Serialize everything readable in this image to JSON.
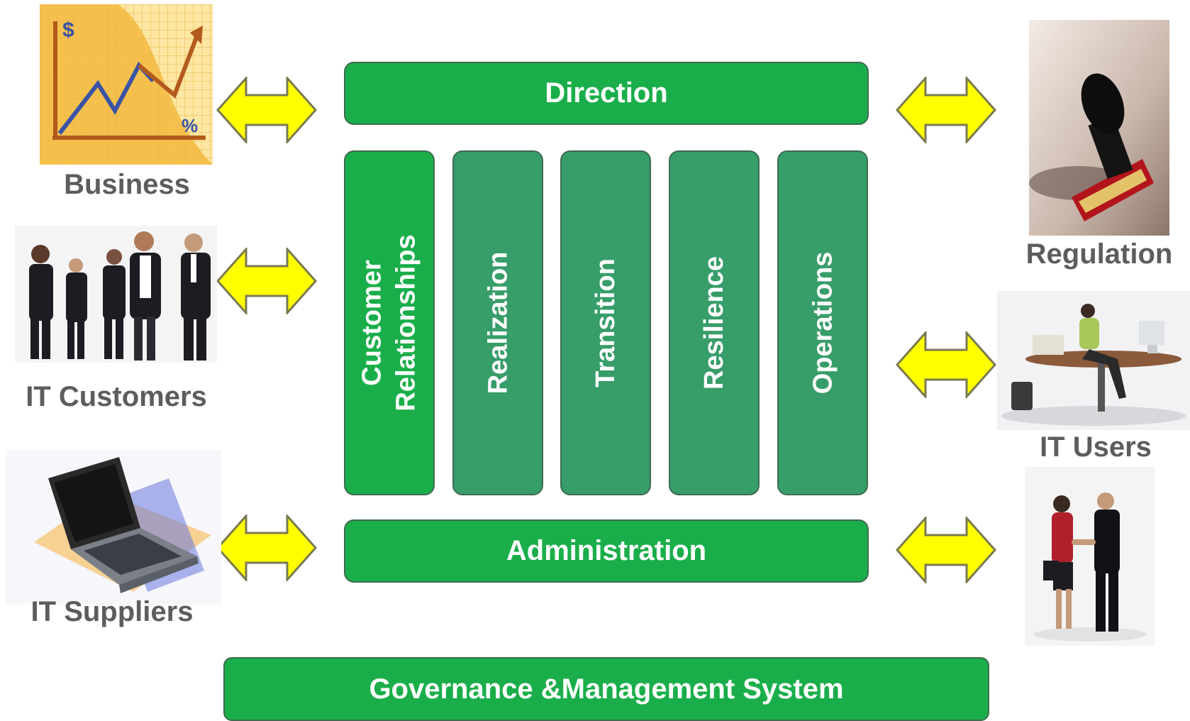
{
  "center": {
    "direction": "Direction",
    "administration": "Administration",
    "governance": "Governance &Management System",
    "columns": {
      "customer_line1": "Customer",
      "customer_line2": "Relationships",
      "realization": "Realization",
      "transition": "Transition",
      "resilience": "Resilience",
      "operations": "Operations"
    }
  },
  "stakeholders": {
    "business": "Business",
    "it_customers": "IT Customers",
    "it_suppliers": "IT Suppliers",
    "regulation": "Regulation",
    "it_users": "IT Users"
  },
  "chart_icon": {
    "dollar": "$",
    "percent": "%"
  },
  "colors": {
    "box_green": "#1aae4a",
    "column_green": "#379d69",
    "arrow_yellow": "#ffff00",
    "label_gray": "#5d5d5d"
  }
}
